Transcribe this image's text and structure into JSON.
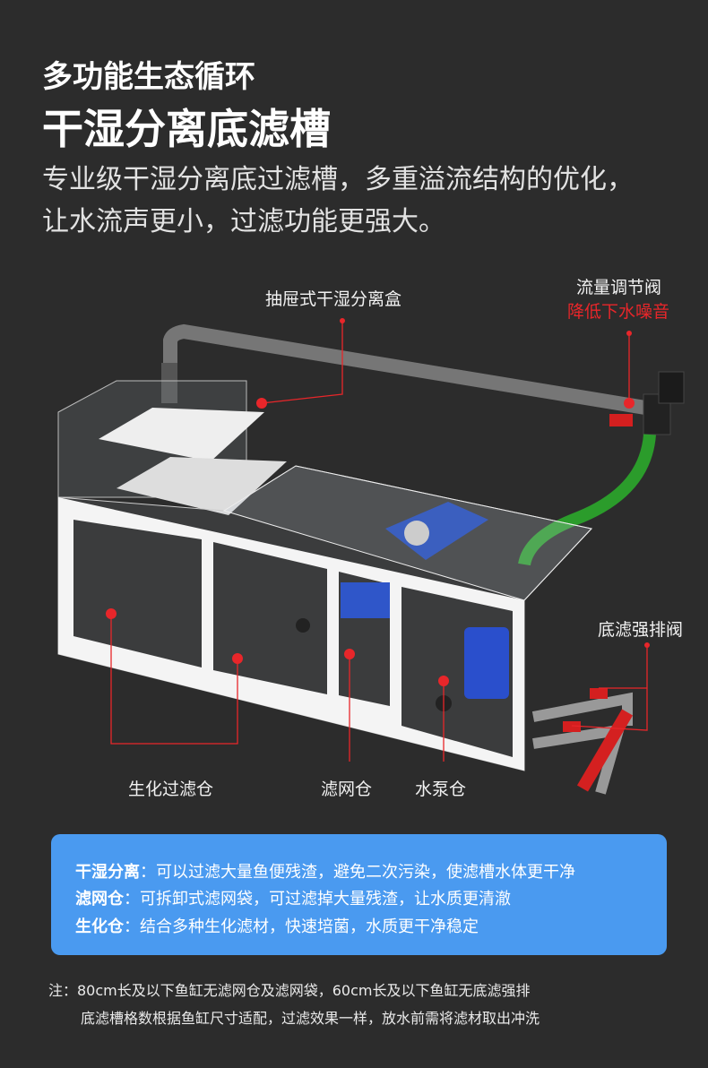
{
  "header": {
    "kicker": "多功能生态循环",
    "title": "干湿分离底滤槽",
    "subtitle_line1": "专业级干湿分离底过滤槽，多重溢流结构的优化，",
    "subtitle_line2": "让水流声更小，过滤功能更强大。"
  },
  "diagram_labels": {
    "drawer_box": "抽屉式干湿分离盒",
    "flow_valve": "流量调节阀",
    "flow_valve_note": "降低下水噪音",
    "drain_valve": "底滤强排阀",
    "bio_chamber": "生化过滤仓",
    "mesh_chamber": "滤网仓",
    "pump_chamber": "水泵仓"
  },
  "features": [
    {
      "name": "干湿分离",
      "desc": "：可以过滤大量鱼便残渣，避免二次污染，使滤槽水体更干净"
    },
    {
      "name": "滤网仓",
      "desc": "：可拆卸式滤网袋，可过滤掉大量残渣，让水质更清澈"
    },
    {
      "name": "生化仓",
      "desc": "：结合多种生化滤材，快速培菌，水质更干净稳定"
    }
  ],
  "notes": {
    "line1": "注：80cm长及以下鱼缸无滤网仓及滤网袋，60cm长及以下鱼缸无底滤强排",
    "line2": "底滤槽格数根据鱼缸尺寸适配，过滤效果一样，放水前需将滤材取出冲洗"
  },
  "colors": {
    "background": "#2c2c2c",
    "accent_red": "#e8262a",
    "info_box": "#4a9af0"
  }
}
